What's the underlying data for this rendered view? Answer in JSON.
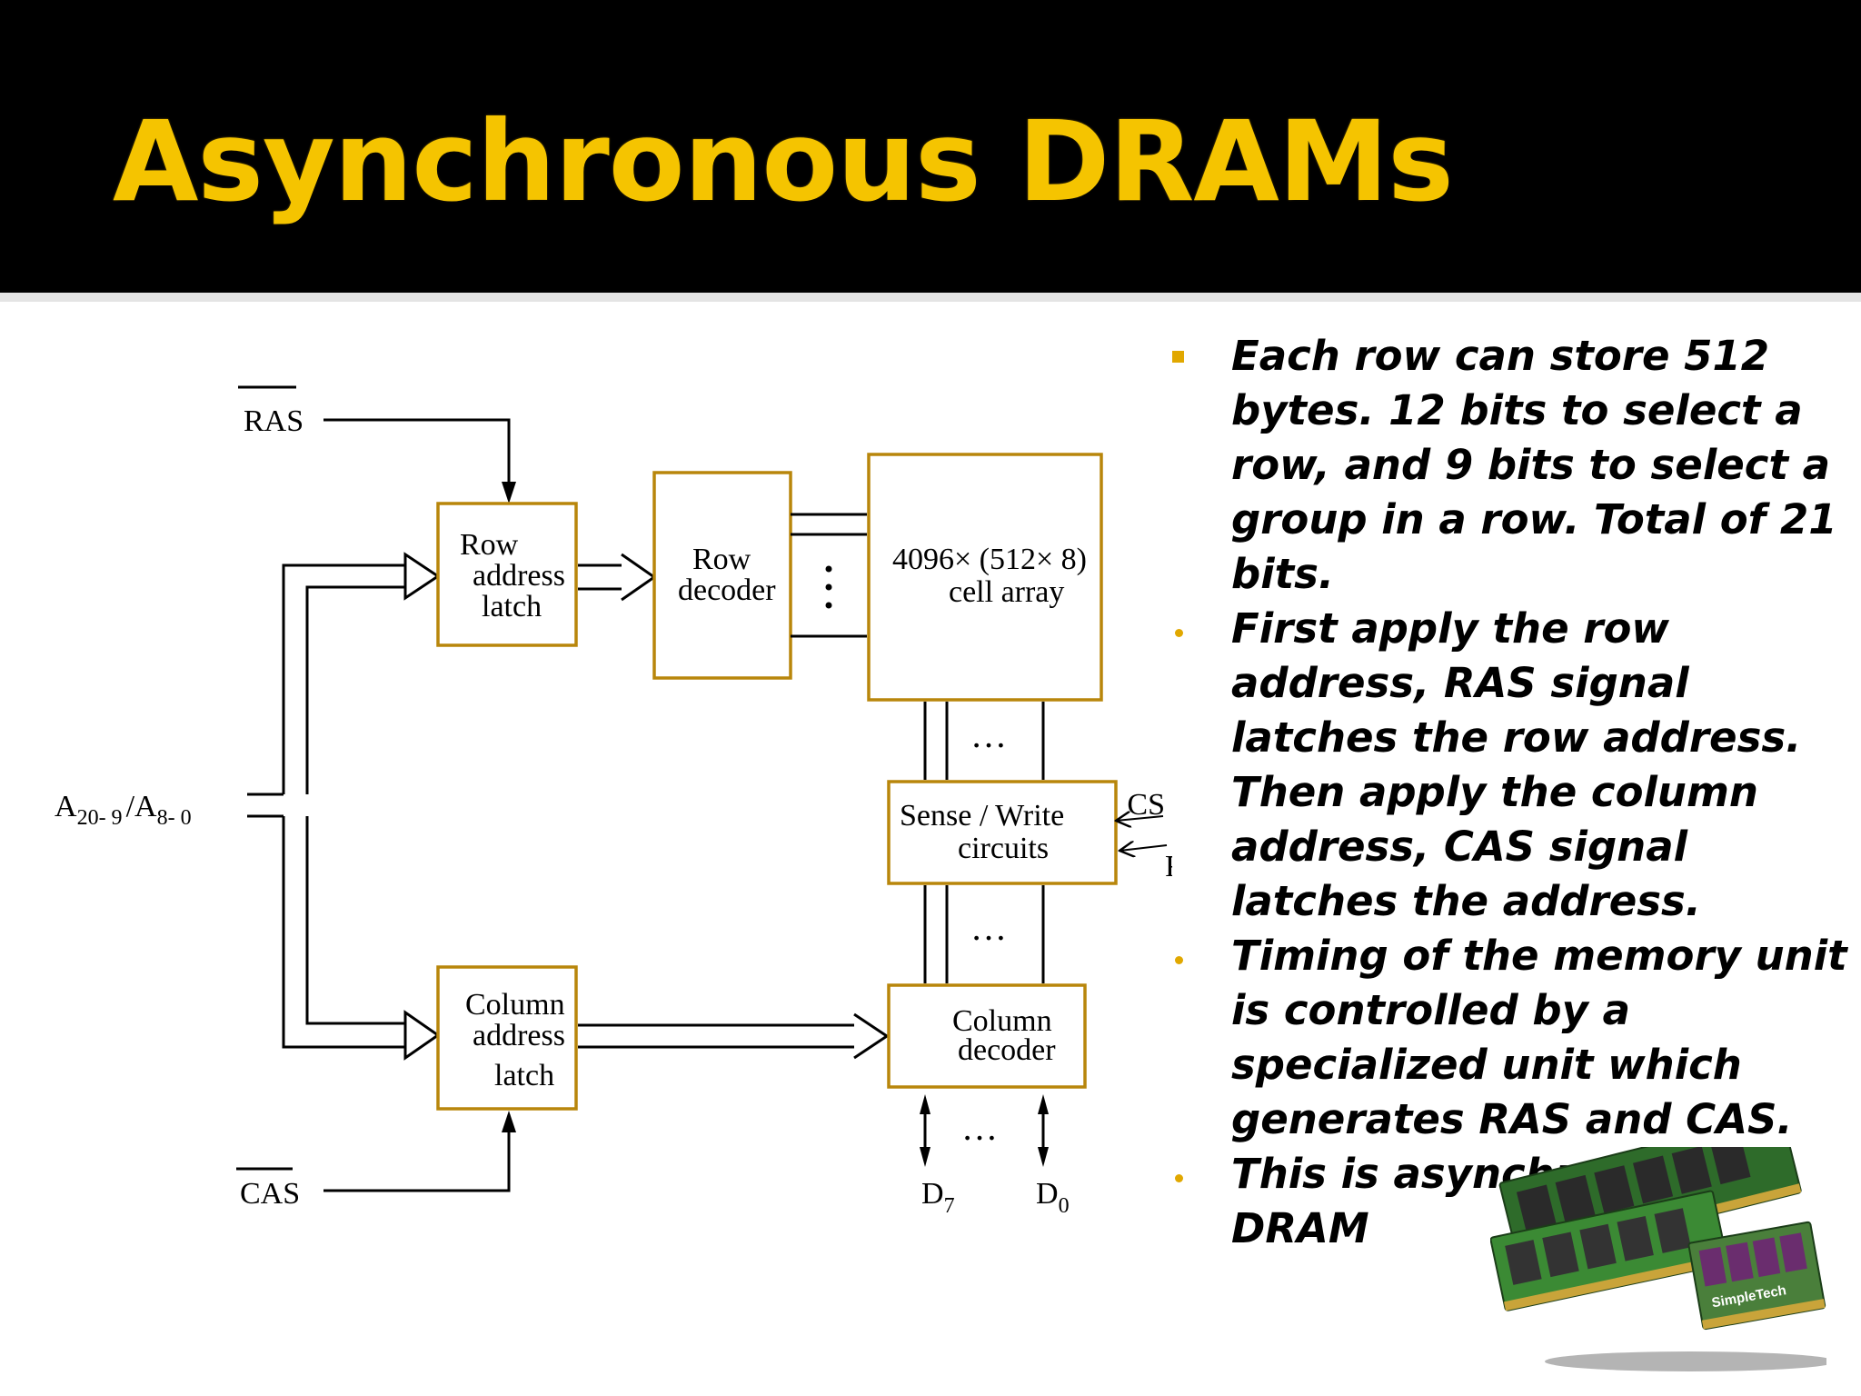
{
  "slide": {
    "title": "Asynchronous DRAMs",
    "colors": {
      "title": "#f5c400",
      "title_bar": "#000000",
      "box_border": "#b8860b",
      "bullet": "#e1a800"
    }
  },
  "diagram": {
    "ras": "RAS",
    "cas": "CAS",
    "address_prefix": "A",
    "address_sub1": "20- 9",
    "address_sep": "/",
    "address_sub2": "8- 0",
    "row_address_latch": [
      "Row",
      "address",
      "latch"
    ],
    "row_decoder": [
      "Row",
      "decoder"
    ],
    "cell_array": [
      "4096× (512× 8)",
      "cell array"
    ],
    "sense_write": [
      "Sense / Write",
      "circuits"
    ],
    "column_address_latch": [
      "Column",
      "address",
      "latch"
    ],
    "column_decoder": [
      "Column",
      "decoder"
    ],
    "cs": "CS",
    "rw": "R/W",
    "d7_letter": "D",
    "d7_sub": "7",
    "d0_letter": "D",
    "d0_sub": "0",
    "dots": "…"
  },
  "bullets": [
    {
      "marker": "square",
      "text": "Each row can store 512 bytes. 12 bits to select a row, and 9 bits to select a group in a row. Total of 21 bits."
    },
    {
      "marker": "dot",
      "text": "First apply the row address, RAS signal latches the row address. Then apply the column address, CAS signal latches the address."
    },
    {
      "marker": "dot",
      "text": "Timing of the memory unit is  controlled by a specialized unit which generates RAS and CAS."
    },
    {
      "marker": "dot",
      "text": "This is asynchronous DRAM"
    }
  ],
  "image": {
    "brand_text": "SimpleTech"
  }
}
